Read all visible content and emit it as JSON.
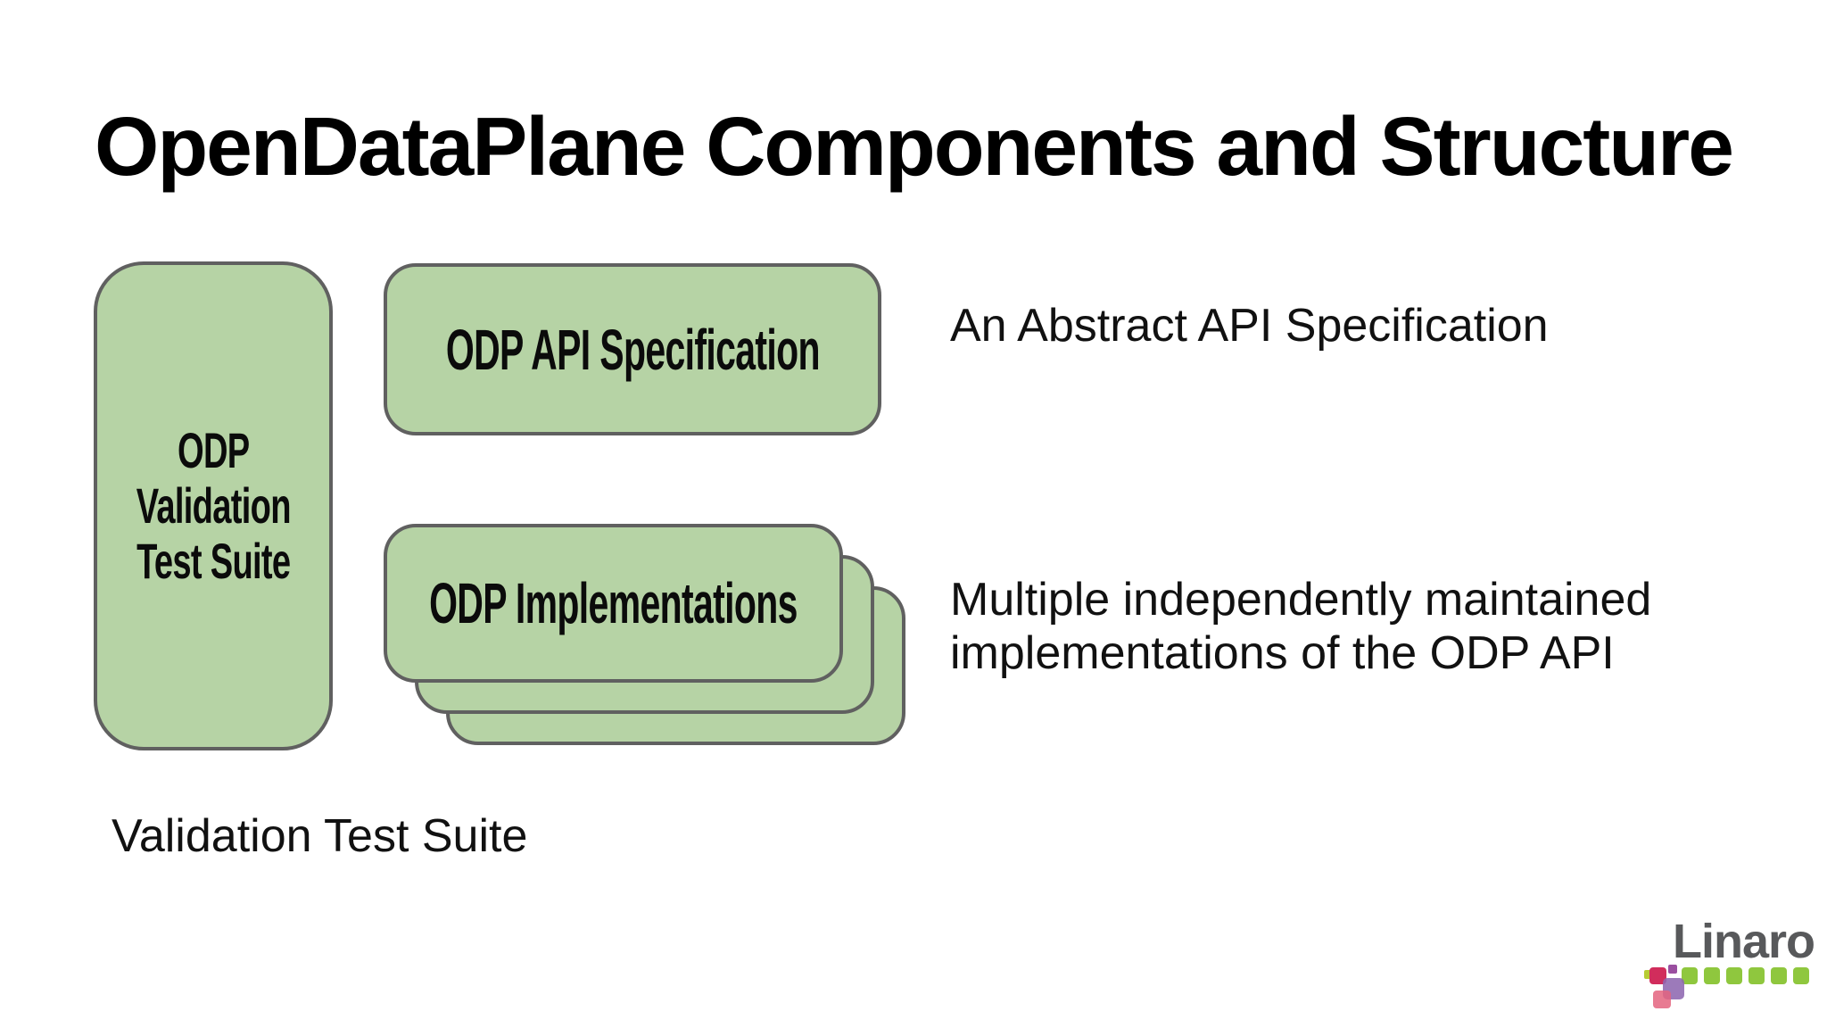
{
  "slide": {
    "title": "OpenDataPlane Components and Structure"
  },
  "boxes": {
    "validation": {
      "label_lines": [
        "ODP",
        "Validation",
        "Test Suite"
      ]
    },
    "api_spec": {
      "label": "ODP API Specification"
    },
    "implementations": {
      "label": "ODP Implementations",
      "stack_count": 3
    }
  },
  "annotations": {
    "api_spec": "An Abstract API Specification",
    "implementations_line1": "Multiple independently maintained",
    "implementations_line2": "implementations of the ODP API",
    "validation": "Validation Test Suite"
  },
  "logo": {
    "text": "Linaro",
    "green_square_count": 6
  },
  "colors": {
    "background": "#ffffff",
    "box_fill": "#b6d3a5",
    "box_border": "#606060",
    "text_color": "#111111",
    "title_color": "#000000",
    "linaro_gray": "#58595b",
    "linaro_green": "#8fc73e",
    "linaro_lime": "#b7cc33",
    "linaro_crimson": "#d12d5c",
    "linaro_purple_small": "#9a4fa0",
    "linaro_purple": "#8e68b0",
    "linaro_pink": "#e4647f"
  }
}
